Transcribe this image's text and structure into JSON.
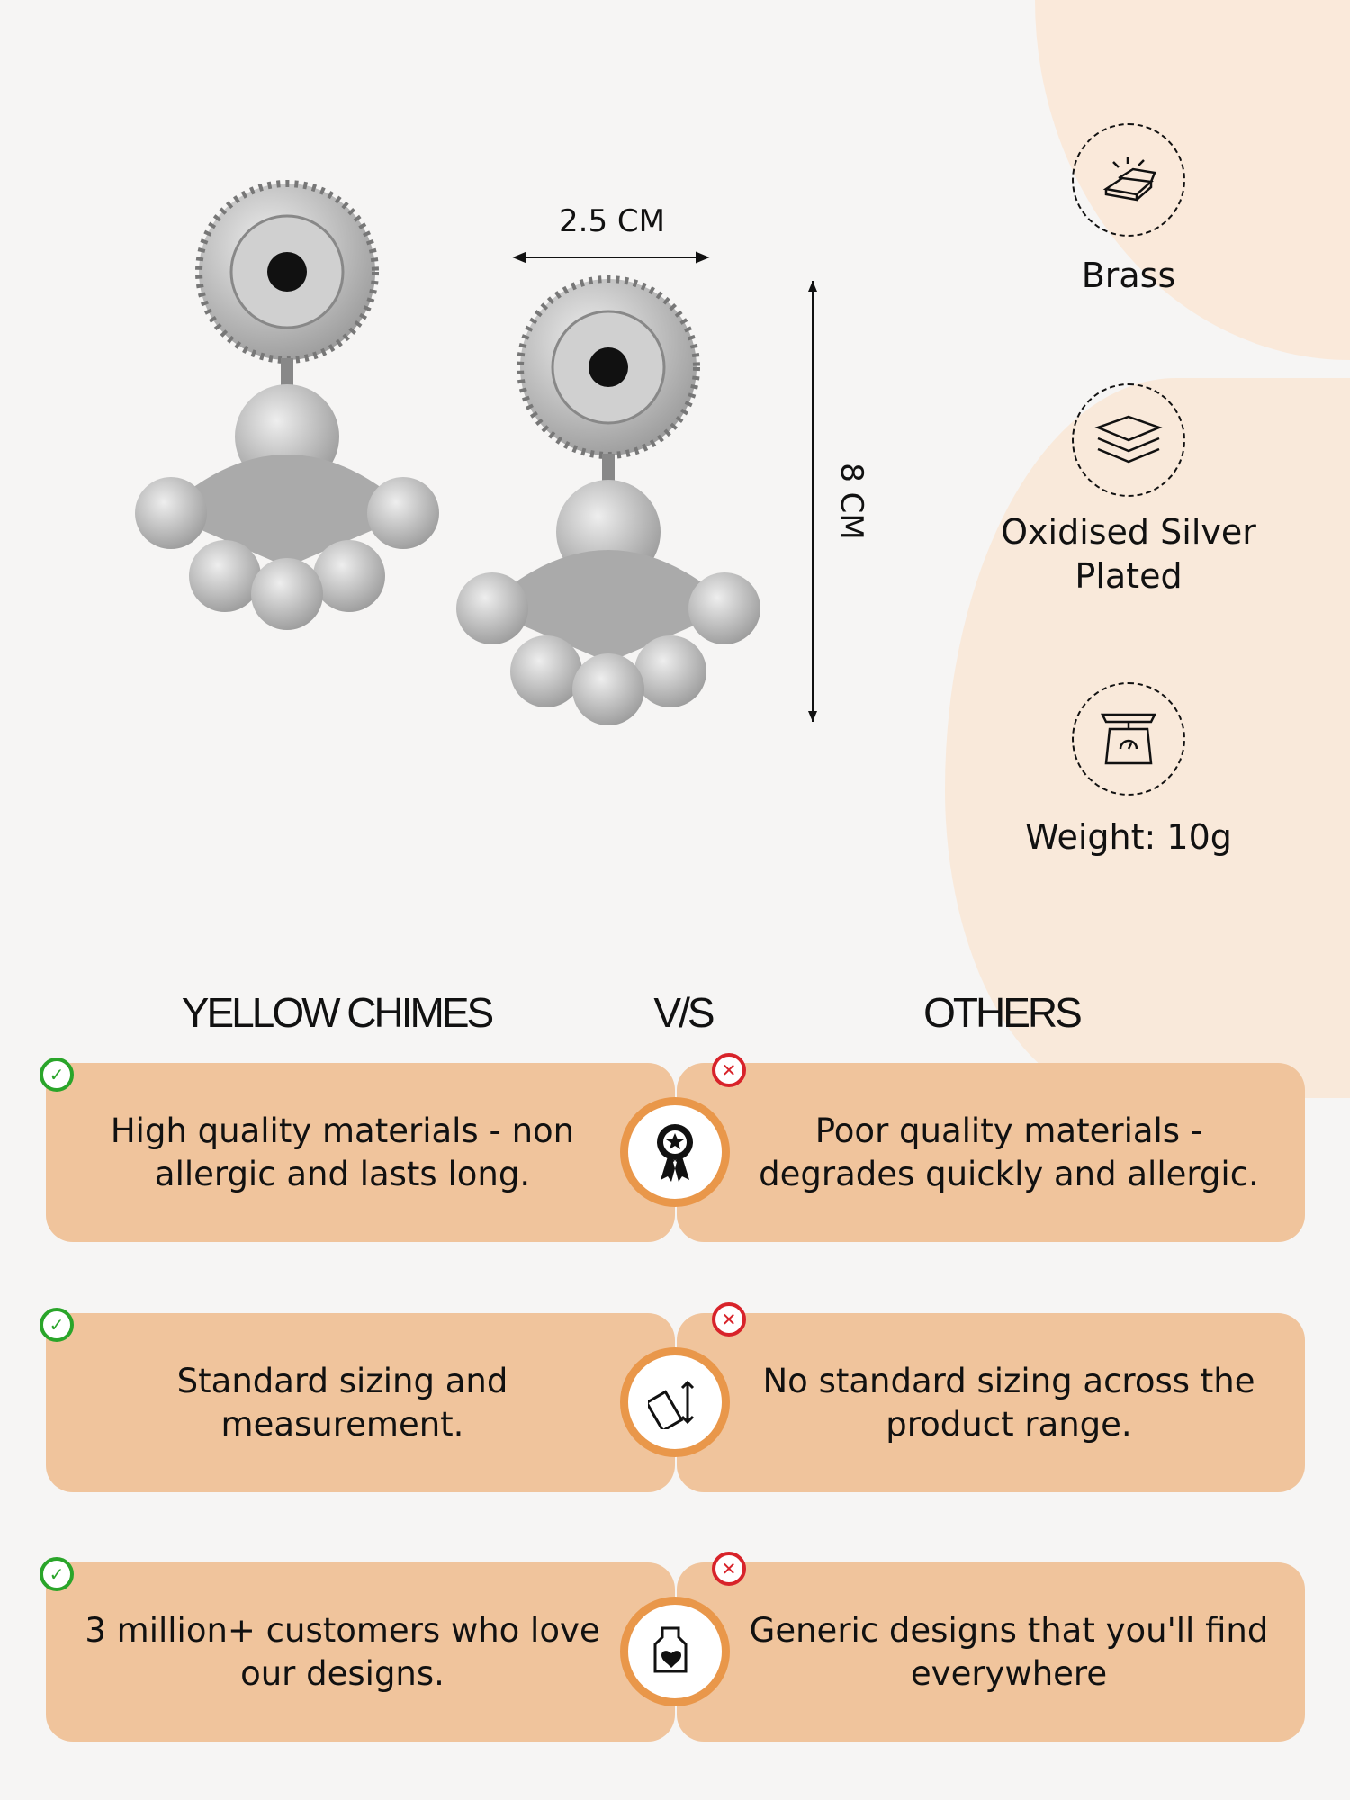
{
  "dimensions": {
    "width_label": "2.5 CM",
    "height_label": "8 CM"
  },
  "features": [
    {
      "icon": "gold-bars-icon",
      "label": "Brass"
    },
    {
      "icon": "layers-icon",
      "label_line1": "Oxidised Silver",
      "label_line2": "Plated"
    },
    {
      "icon": "scale-icon",
      "label": "Weight: 10g"
    }
  ],
  "comparison": {
    "left_header": "YELLOW CHIMES",
    "vs_label": "V/S",
    "right_header": "OTHERS",
    "rows": [
      {
        "icon": "award-ribbon-icon",
        "ours": "High quality materials - non allergic and lasts long.",
        "others": "Poor quality materials - degrades quickly and allergic."
      },
      {
        "icon": "ruler-icon",
        "ours": "Standard sizing and measurement.",
        "others": "No standard sizing across the product range."
      },
      {
        "icon": "customer-heart-icon",
        "ours": "3 million+ customers who love our designs.",
        "others": "Generic designs that you'll find everywhere"
      }
    ]
  },
  "colors": {
    "card": "#f0c49c",
    "ring": "#e9974a",
    "check": "#2aa52a",
    "cross": "#d8232a"
  }
}
